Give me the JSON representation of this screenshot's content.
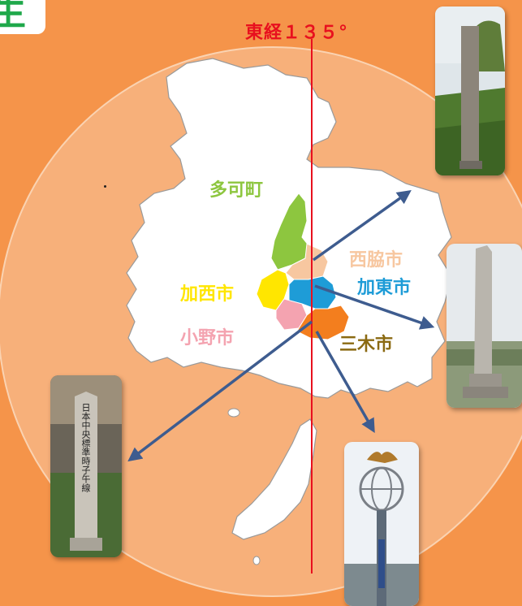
{
  "title": {
    "glyph": "生"
  },
  "meridian": {
    "label": "東経１３５°"
  },
  "cities": {
    "takacho": "多可町",
    "nishiwaki": "西脇市",
    "kasai": "加西市",
    "kato": "加東市",
    "ono": "小野市",
    "miki": "三木市"
  },
  "monument": {
    "inscription": "日本中央標準時子午線"
  },
  "colors": {
    "background": "#F5944A",
    "circle": "#F7B07A",
    "meridian_line": "#E8101E",
    "arrow": "#3E5C8F",
    "takacho": "#8DC63F",
    "nishiwaki": "#F7C7A0",
    "kasai": "#FFE600",
    "kato": "#1E9CD7",
    "ono": "#F4A3B0",
    "miki": "#F37E1E",
    "title": "#1FA84A"
  }
}
